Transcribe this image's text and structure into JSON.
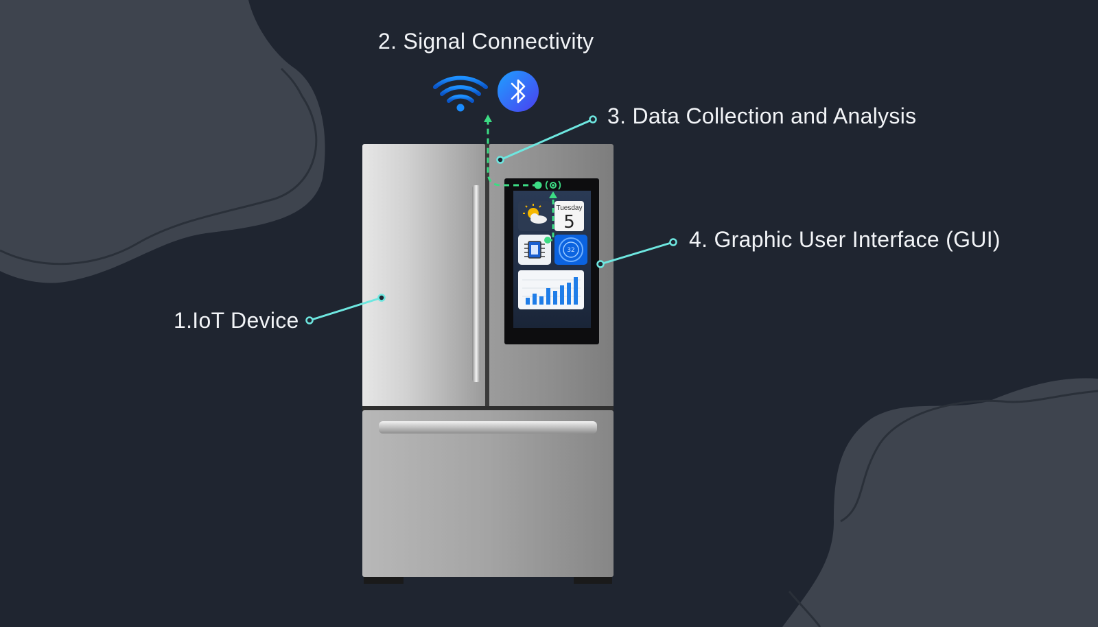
{
  "labels": {
    "iot_device": "1.IoT Device",
    "signal_connectivity": "2. Signal Connectivity",
    "data_collection": "3. Data Collection and Analysis",
    "gui": "4. Graphic User Interface (GUI)"
  },
  "screen": {
    "calendar_day": "Tuesday",
    "calendar_date": "5",
    "dial_value": "32"
  },
  "icons": {
    "wifi": "wifi-icon",
    "bluetooth": "bluetooth-icon",
    "weather": "weather-icon",
    "calendar": "calendar-icon",
    "chip": "chip-icon",
    "dial": "dial-icon",
    "chart": "bar-chart-icon",
    "signal": "signal-broadcast-icon"
  },
  "colors": {
    "background": "#1f2530",
    "blob": "#3e444e",
    "callout_line": "#6ee7e0",
    "data_path": "#3ddc84",
    "wifi_blue": "#1e88e5",
    "bluetooth_blue": "#2f6ff0"
  }
}
